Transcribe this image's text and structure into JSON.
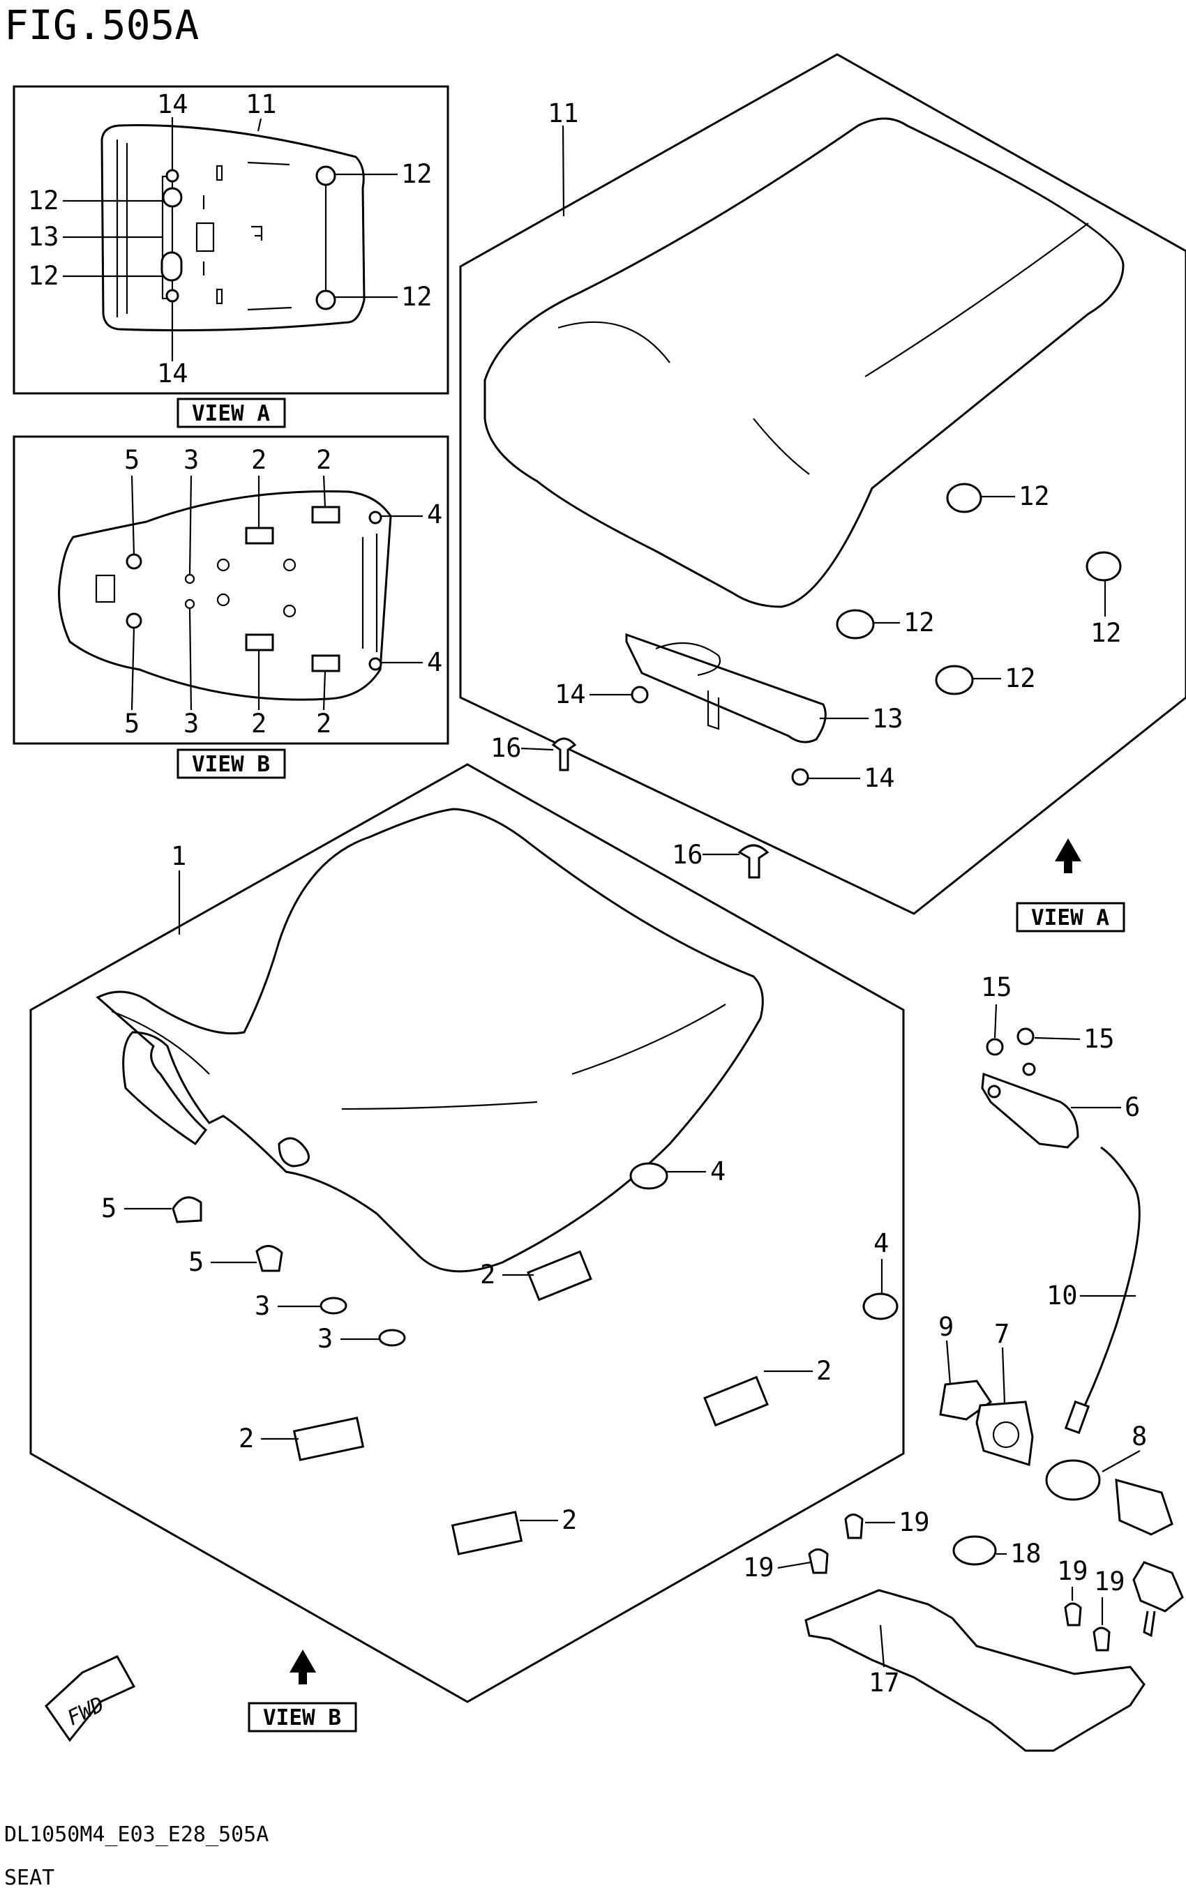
{
  "figure": {
    "title": "FIG.505A",
    "code": "DL1050M4_E03_E28_505A",
    "name": "SEAT"
  },
  "views": {
    "view_a": "VIEW A",
    "view_b": "VIEW B"
  },
  "badges": {
    "fwd": "FWD"
  },
  "callouts": {
    "va_14_top": "14",
    "va_11": "11",
    "va_12_ul": "12",
    "va_13": "13",
    "va_12_ll": "12",
    "va_14_bot": "14",
    "va_12_ur": "12",
    "va_12_lr": "12",
    "vb_5_top": "5",
    "vb_3_top": "3",
    "vb_2_top_a": "2",
    "vb_2_top_b": "2",
    "vb_4_top": "4",
    "vb_4_bot": "4",
    "vb_5_bot": "5",
    "vb_3_bot": "3",
    "vb_2_bot_a": "2",
    "vb_2_bot_b": "2",
    "p11": "11",
    "p12_a": "12",
    "p12_b": "12",
    "p12_c": "12",
    "p12_d": "12",
    "p13": "13",
    "p14_a": "14",
    "p14_b": "14",
    "p16_a": "16",
    "p16_b": "16",
    "p1": "1",
    "p5_a": "5",
    "p5_b": "5",
    "p3_a": "3",
    "p3_b": "3",
    "p4_a": "4",
    "p4_b": "4",
    "p2_a": "2",
    "p2_b": "2",
    "p2_c": "2",
    "p2_d": "2",
    "p15_a": "15",
    "p15_b": "15",
    "p6": "6",
    "p10": "10",
    "p9": "9",
    "p7": "7",
    "p8": "8",
    "p19_a": "19",
    "p19_b": "19",
    "p18": "18",
    "p19_c": "19",
    "p19_d": "19",
    "p17": "17"
  }
}
